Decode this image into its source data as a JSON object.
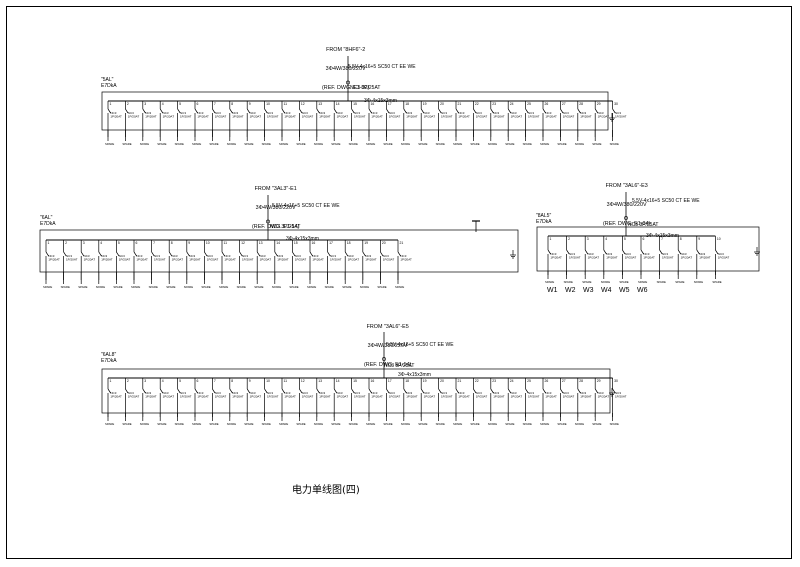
{
  "drawing_title": "电力单线图(四)",
  "sources": [
    {
      "from": "FROM \"8HF6\"-2",
      "voltage": "3Φ4W/380/220V",
      "ref": "(REF. DWG. E1-02)"
    },
    {
      "from": "FROM \"3AL3\"-E1",
      "voltage": "3Φ4W/380/220V",
      "ref": "(REF. DWG. E1-14)"
    },
    {
      "from": "FROM \"3AL6\"-E3",
      "voltage": "3Φ4W/380/220V",
      "ref": "(REF. DWG. E1-04)"
    },
    {
      "from": "FROM \"3AL6\"-E5",
      "voltage": "3Φ4W/380/220V",
      "ref": "(REF. DWG. E1-14)"
    }
  ],
  "panels": [
    {
      "name": "\"5AL\"",
      "rating": "E7DkA",
      "feeder_cable": "5.5V-4x16+5 SC50 CT EE WE",
      "breaker": "NC3 3P/25AT",
      "circuits": [
        "1",
        "2",
        "3",
        "4",
        "5",
        "6",
        "7",
        "8",
        "9",
        "10",
        "11",
        "12",
        "13",
        "14",
        "15",
        "16",
        "17",
        "18",
        "19",
        "20",
        "21",
        "22",
        "23",
        "24",
        "25",
        "26",
        "27",
        "28",
        "29",
        "30"
      ]
    },
    {
      "name": "\"6AL\"",
      "rating": "E7DkA",
      "feeder_cable": "5.5V-4x16+5 SC50 CT EE WE",
      "breaker": "NC3 3P/25AT",
      "circuits": [
        "1",
        "2",
        "3",
        "4",
        "5",
        "6",
        "7",
        "8",
        "9",
        "10",
        "11",
        "12",
        "13",
        "14",
        "15",
        "16",
        "17",
        "18",
        "19",
        "20",
        "21"
      ]
    },
    {
      "name": "\"8AL5\"",
      "rating": "E7DkA",
      "feeder_cable": "5.5V-4x16+5 SC50 CT EE WE",
      "breaker": "NC3 3P/25AT",
      "circuits": [
        "1",
        "2",
        "3",
        "4",
        "5",
        "6",
        "7",
        "8",
        "9",
        "10"
      ],
      "outputs": [
        "W1",
        "W2",
        "W3",
        "W4",
        "W5",
        "W6"
      ]
    },
    {
      "name": "\"6AL8\"",
      "rating": "E7DkA",
      "feeder_cable": "5.5V-4x16+5 SC50 CT EE WE",
      "breaker": "NC3 3P/25AT",
      "circuits": [
        "1",
        "2",
        "3",
        "4",
        "5",
        "6",
        "7",
        "8",
        "9",
        "10",
        "11",
        "12",
        "13",
        "14",
        "15",
        "16",
        "17",
        "18",
        "19",
        "20",
        "21",
        "22",
        "23",
        "24",
        "25",
        "26",
        "27",
        "28",
        "29",
        "30"
      ]
    }
  ],
  "labels": {
    "busbar": "3Φ-4x15x3mm",
    "spare": "SPARE",
    "cb_small": "NC3 1P/20AT"
  }
}
